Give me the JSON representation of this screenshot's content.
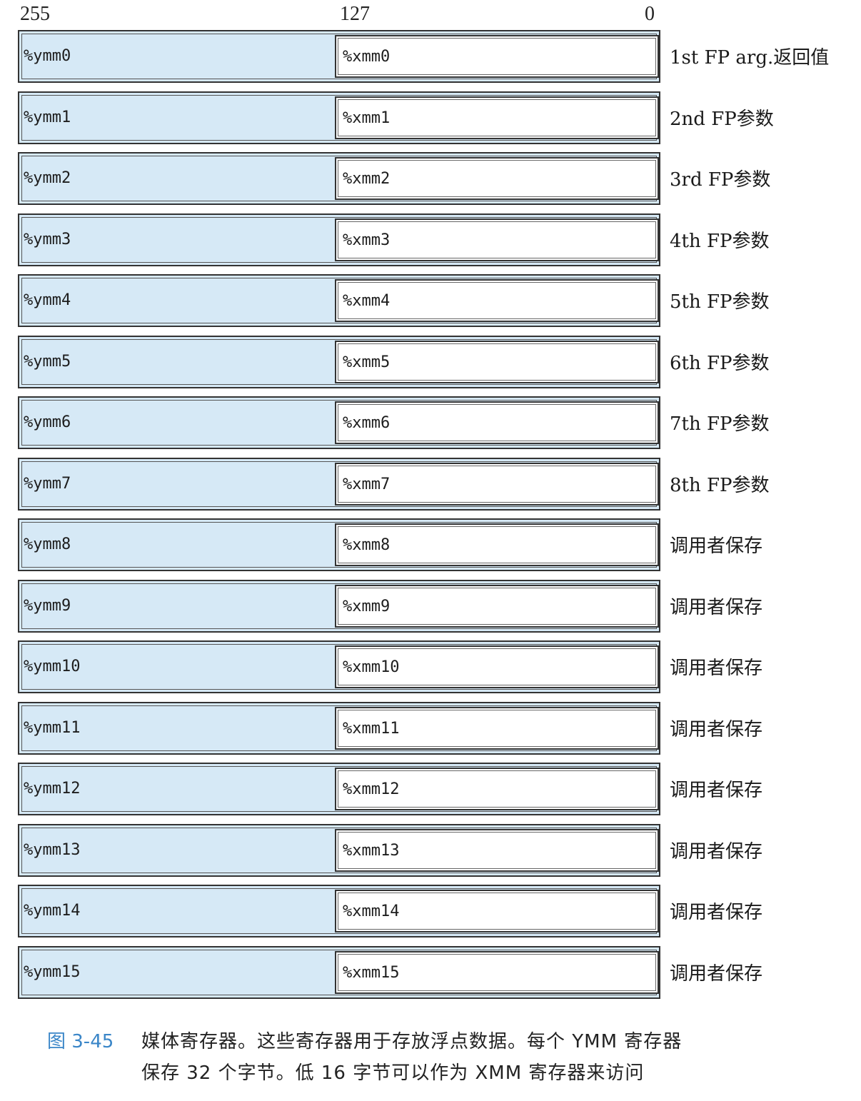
{
  "bit_labels": {
    "high": "255",
    "mid": "127",
    "low": "0"
  },
  "registers": [
    {
      "ymm": "%ymm0",
      "xmm": "%xmm0",
      "role": "1st FP arg.返回值"
    },
    {
      "ymm": "%ymm1",
      "xmm": "%xmm1",
      "role": "2nd FP参数"
    },
    {
      "ymm": "%ymm2",
      "xmm": "%xmm2",
      "role": "3rd FP参数"
    },
    {
      "ymm": "%ymm3",
      "xmm": "%xmm3",
      "role": "4th FP参数"
    },
    {
      "ymm": "%ymm4",
      "xmm": "%xmm4",
      "role": "5th FP参数"
    },
    {
      "ymm": "%ymm5",
      "xmm": "%xmm5",
      "role": "6th FP参数"
    },
    {
      "ymm": "%ymm6",
      "xmm": "%xmm6",
      "role": "7th FP参数"
    },
    {
      "ymm": "%ymm7",
      "xmm": "%xmm7",
      "role": "8th FP参数"
    },
    {
      "ymm": "%ymm8",
      "xmm": "%xmm8",
      "role": "调用者保存"
    },
    {
      "ymm": "%ymm9",
      "xmm": "%xmm9",
      "role": "调用者保存"
    },
    {
      "ymm": "%ymm10",
      "xmm": "%xmm10",
      "role": "调用者保存"
    },
    {
      "ymm": "%ymm11",
      "xmm": "%xmm11",
      "role": "调用者保存"
    },
    {
      "ymm": "%ymm12",
      "xmm": "%xmm12",
      "role": "调用者保存"
    },
    {
      "ymm": "%ymm13",
      "xmm": "%xmm13",
      "role": "调用者保存"
    },
    {
      "ymm": "%ymm14",
      "xmm": "%xmm14",
      "role": "调用者保存"
    },
    {
      "ymm": "%ymm15",
      "xmm": "%xmm15",
      "role": "调用者保存"
    }
  ],
  "caption": {
    "number": "图 3-45",
    "line1": "媒体寄存器。这些寄存器用于存放浮点数据。每个 YMM 寄存器",
    "line2": "保存 32 个字节。低 16 字节可以作为 XMM 寄存器来访问"
  },
  "colors": {
    "ymm_fill": "#d6e9f6",
    "caption_number": "#3a86c8"
  }
}
